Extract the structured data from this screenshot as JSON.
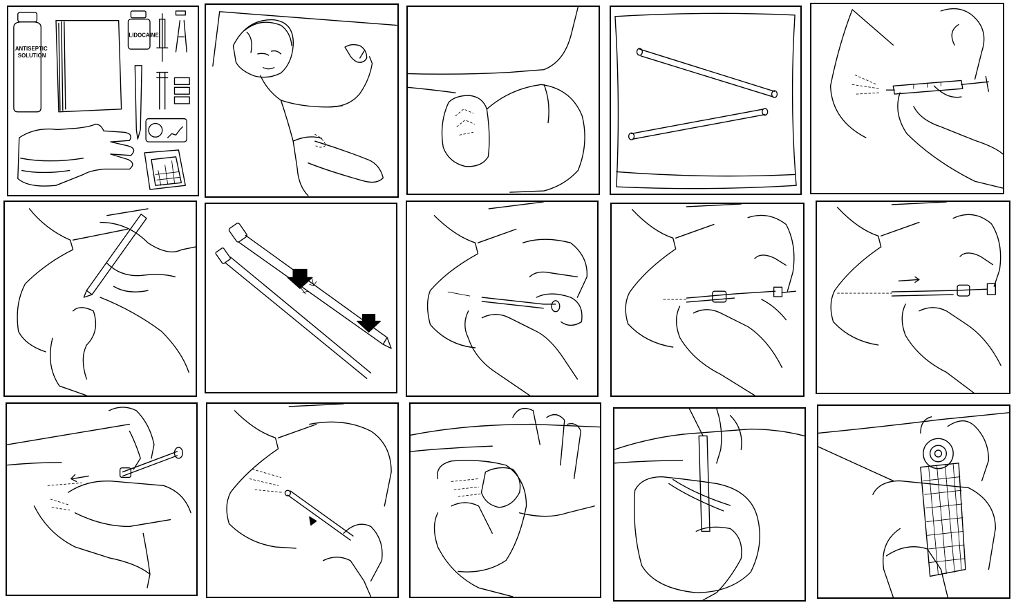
{
  "panels": [
    {
      "id": "p1",
      "labels": {
        "antiseptic_line1": "ANTISEPTIC",
        "antiseptic_line2": "SOLUTION",
        "lidocaine": "LIDOCAINE"
      }
    },
    {
      "id": "p2"
    },
    {
      "id": "p3"
    },
    {
      "id": "p4"
    },
    {
      "id": "p5"
    },
    {
      "id": "p6"
    },
    {
      "id": "p7"
    },
    {
      "id": "p8"
    },
    {
      "id": "p9"
    },
    {
      "id": "p10"
    },
    {
      "id": "p11"
    },
    {
      "id": "p12"
    },
    {
      "id": "p13"
    },
    {
      "id": "p14"
    },
    {
      "id": "p15"
    }
  ]
}
